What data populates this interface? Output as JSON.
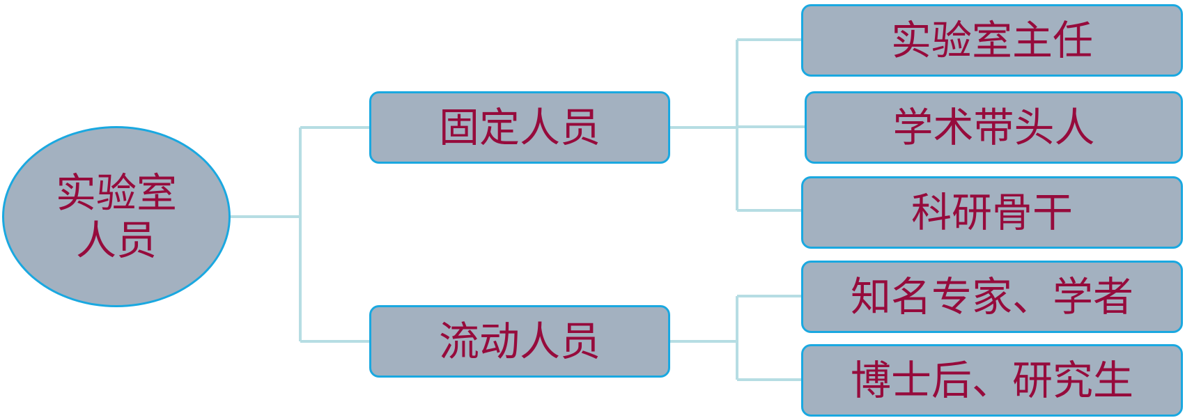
{
  "colors": {
    "node_fill": "#a3b1c0",
    "node_border": "#1aa8e0",
    "text": "#960b3c",
    "connector": "#b6dde3"
  },
  "root": {
    "line1": "实验室",
    "line2": "人员"
  },
  "groups": [
    {
      "label": "固定人员",
      "children": [
        "实验室主任",
        "学术带头人",
        "科研骨干"
      ]
    },
    {
      "label": "流动人员",
      "children": [
        "知名专家、学者",
        "博士后、研究生"
      ]
    }
  ]
}
